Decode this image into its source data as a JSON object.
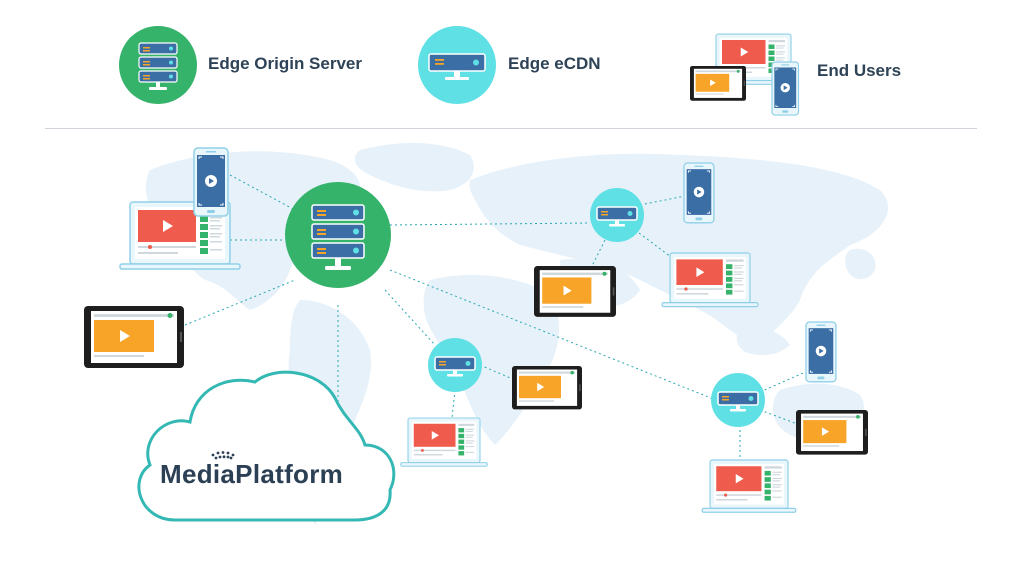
{
  "legend": {
    "origin_label": "Edge Origin Server",
    "ecdn_label": "Edge eCDN",
    "users_label": "End Users"
  },
  "brand": {
    "name": "MediaPlatform"
  },
  "colors": {
    "origin_green": "#35b36a",
    "ecdn_cyan": "#5fe0e5",
    "server_blue": "#3a6ea5",
    "video_red": "#ef5b4d",
    "video_orange": "#f7a428",
    "cloud_stroke": "#34b8b3",
    "map_fill": "#e6f1fa",
    "link_dots": "#2aa7b3",
    "label_text": "#2e4357"
  }
}
